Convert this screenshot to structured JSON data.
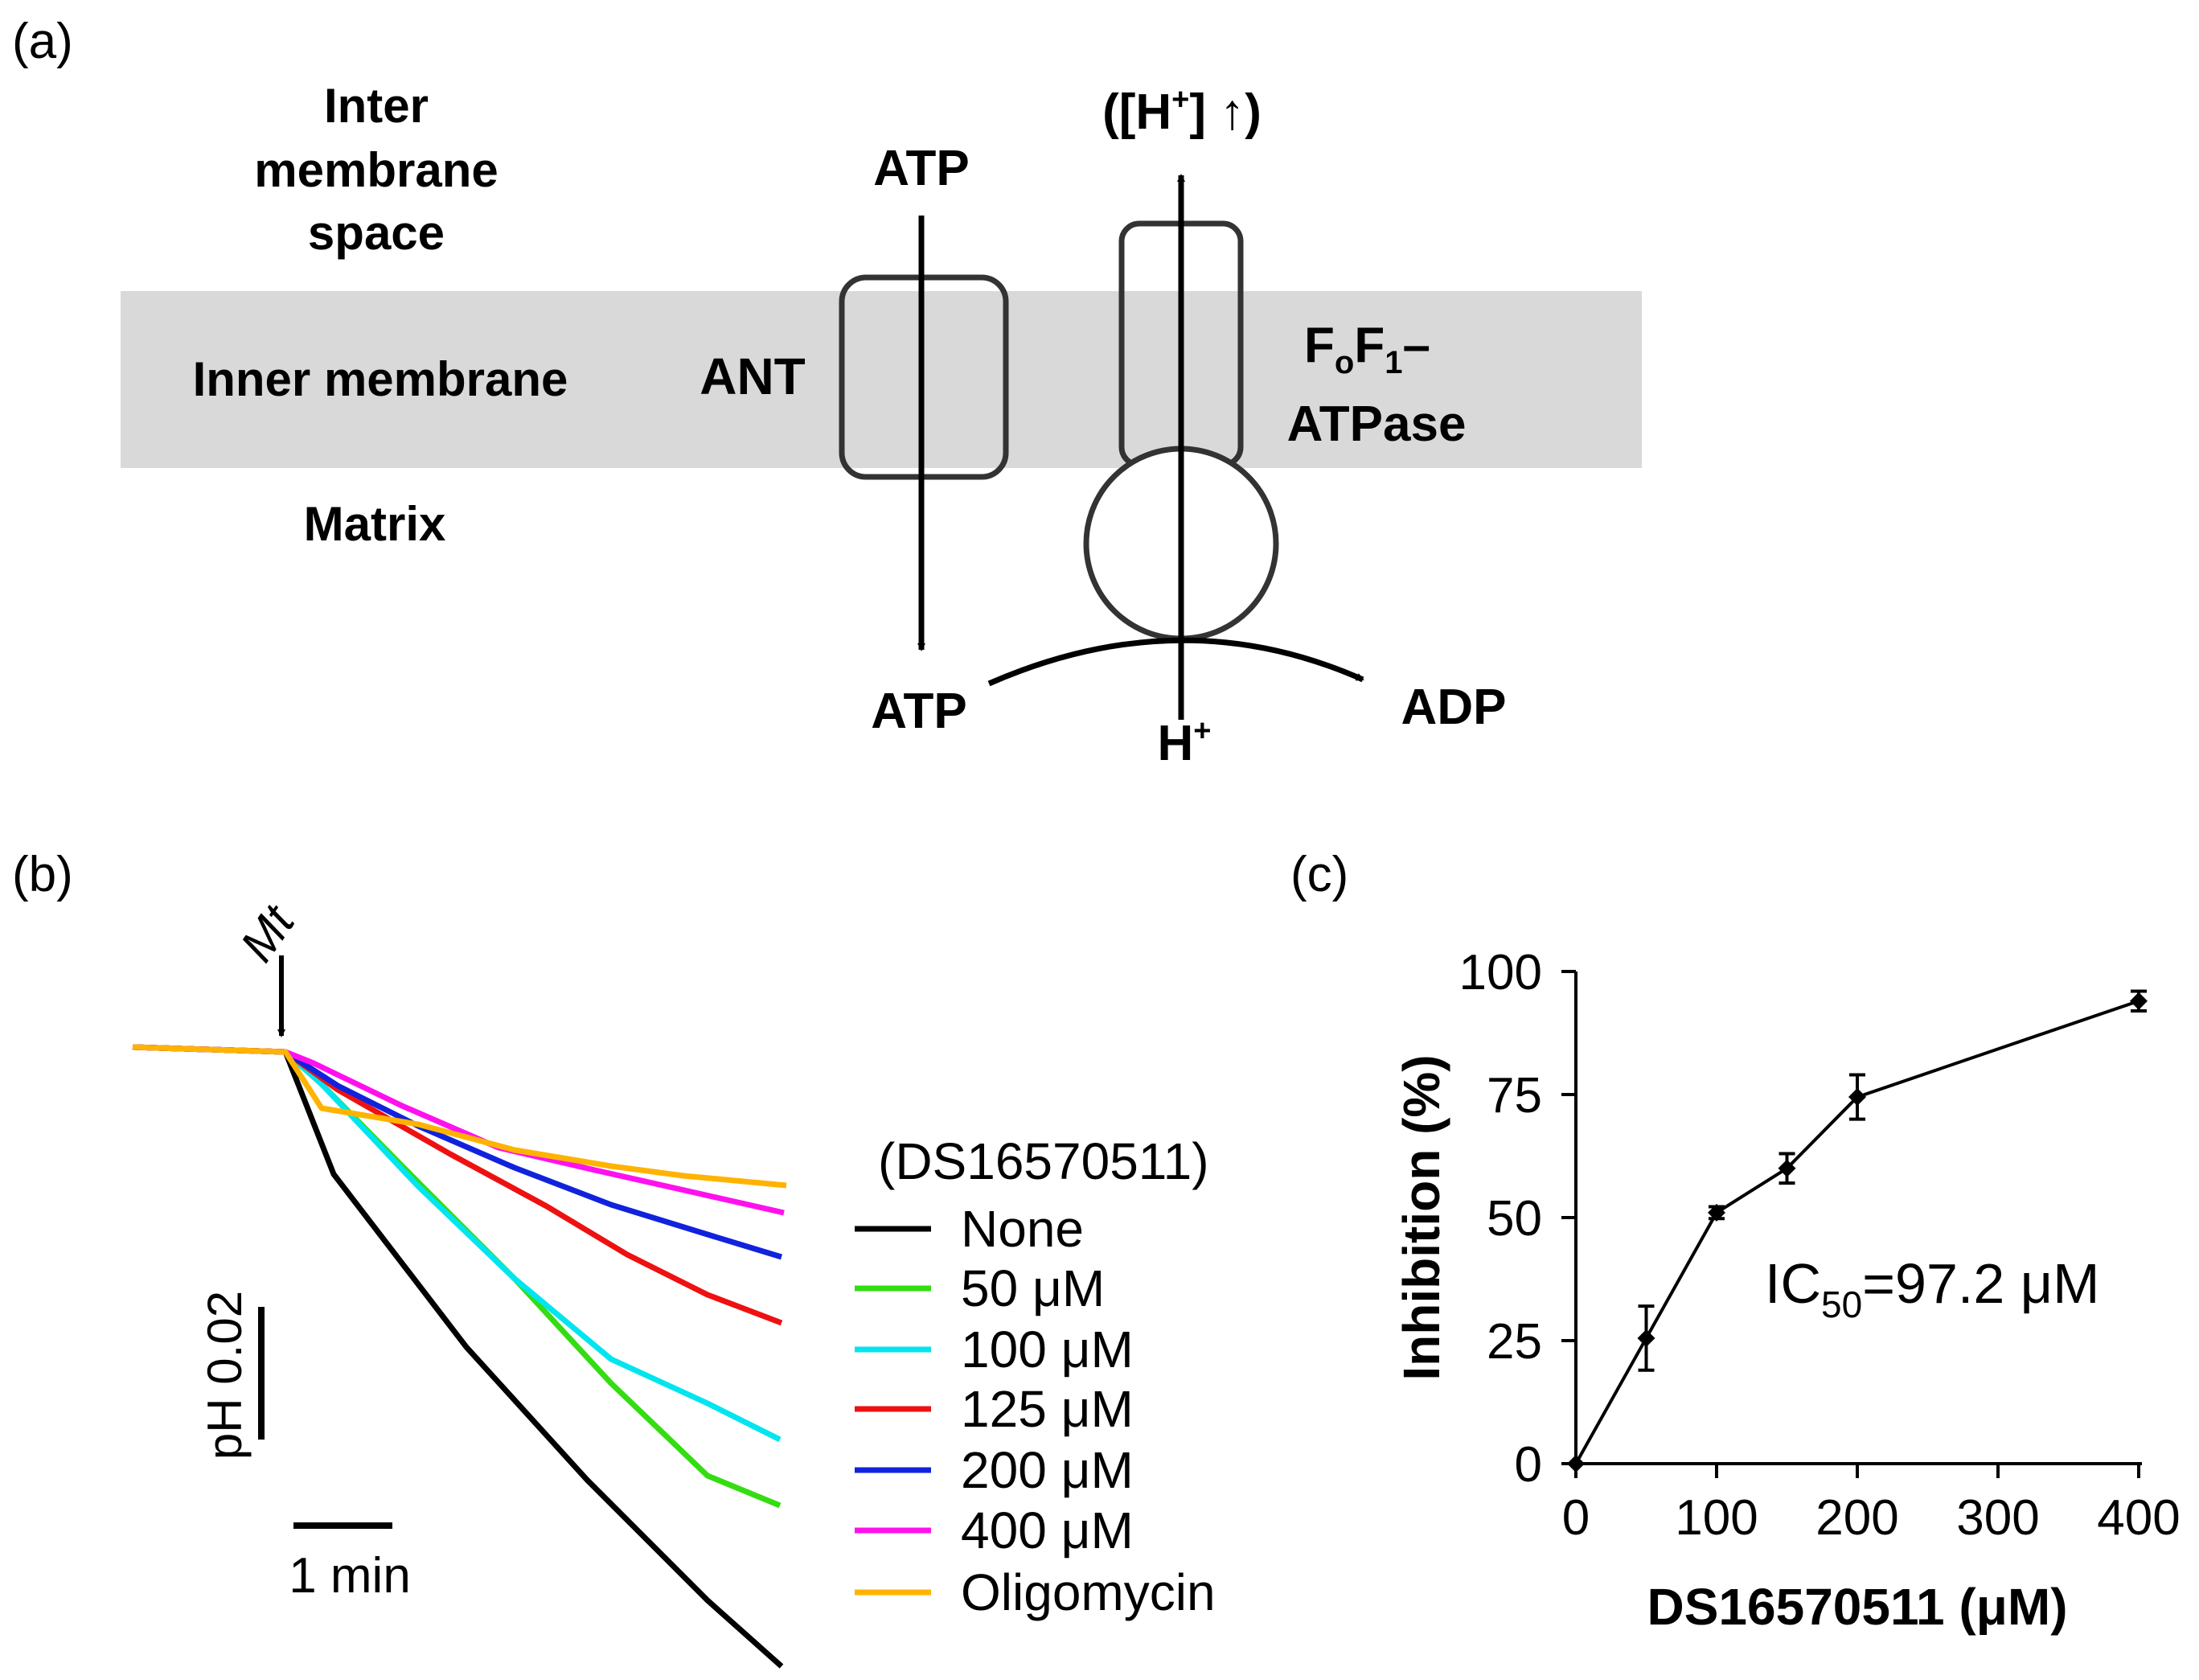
{
  "panel_a": {
    "label": "(a)",
    "intermembrane_line1": "Inter",
    "intermembrane_line2": "membrane",
    "intermembrane_line3": "space",
    "inner_membrane": "Inner membrane",
    "matrix": "Matrix",
    "ant": "ANT",
    "atp_top": "ATP",
    "atp_bottom": "ATP",
    "adp": "ADP",
    "h_plus_label": "H",
    "h_plus_sup": "+",
    "proton_open": "([H",
    "proton_sup": "+",
    "proton_close": "] ↑)",
    "fof1_F1": "F",
    "fof1_sub_o": "o",
    "fof1_F2": "F",
    "fof1_sub_1": "1",
    "fof1_dash": "–",
    "fof1_line2": "ATPase",
    "membrane_color": "#d9d9d9"
  },
  "panel_b": {
    "label": "(b)",
    "mt_label": "Mt",
    "legend_title": "(DS16570511)",
    "scale_ph": "pH 0.02",
    "scale_time": "1 min",
    "traces": [
      {
        "name": "None",
        "color": "#000000"
      },
      {
        "name": "50 μM",
        "color": "#33dd11"
      },
      {
        "name": "100 μM",
        "color": "#00e5ee"
      },
      {
        "name": "125 μM",
        "color": "#ee1111"
      },
      {
        "name": "200 μM",
        "color": "#1122dd"
      },
      {
        "name": "400 μM",
        "color": "#ff11ee"
      },
      {
        "name": "Oligomycin",
        "color": "#ffb300"
      }
    ]
  },
  "panel_c": {
    "label": "(c)",
    "annotation_prefix": "IC",
    "annotation_sub": "50",
    "annotation_value": "=97.2 μM"
  },
  "chart_data": {
    "type": "line",
    "x": [
      0,
      50,
      100,
      150,
      200,
      400
    ],
    "y": [
      0,
      25.5,
      51,
      60,
      74.5,
      94
    ],
    "error": [
      0,
      6.5,
      1.2,
      3,
      4.5,
      2
    ],
    "xlabel": "DS16570511 (μM)",
    "ylabel": "Inhibition (%)",
    "xlim": [
      0,
      400
    ],
    "ylim": [
      0,
      100
    ],
    "xticks": [
      0,
      100,
      200,
      300,
      400
    ],
    "yticks": [
      0,
      25,
      50,
      75,
      100
    ],
    "grid": false,
    "marker": "diamond",
    "color": "#000000"
  }
}
